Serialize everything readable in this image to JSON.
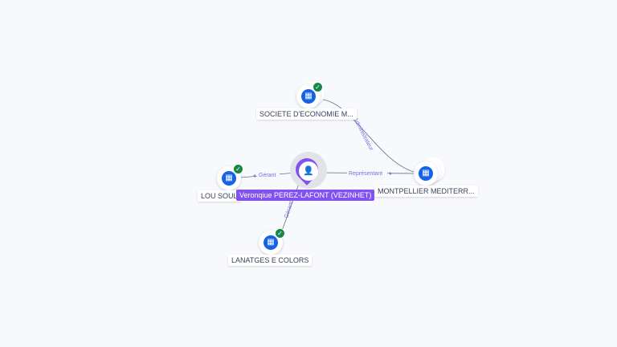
{
  "person": {
    "name": "Veronqiue PEREZ-LAFONT (VEZINHET)",
    "icon": "person-icon"
  },
  "companies": [
    {
      "name": "SOCIETE D'ECONOMIE M...",
      "verified": true
    },
    {
      "name": "LOU SOUL",
      "verified": true
    },
    {
      "name": "MONTPELLIER MEDITERR...",
      "verified": false
    },
    {
      "name": "LANATGES E COLORS",
      "verified": true
    }
  ],
  "edges": [
    {
      "label": "Gérant"
    },
    {
      "label": "Représentant"
    },
    {
      "label": "Administrateur"
    },
    {
      "label": "Gérant"
    }
  ],
  "colors": {
    "accent": "#8152f0",
    "company": "#1463e6",
    "verified": "#17874a"
  }
}
